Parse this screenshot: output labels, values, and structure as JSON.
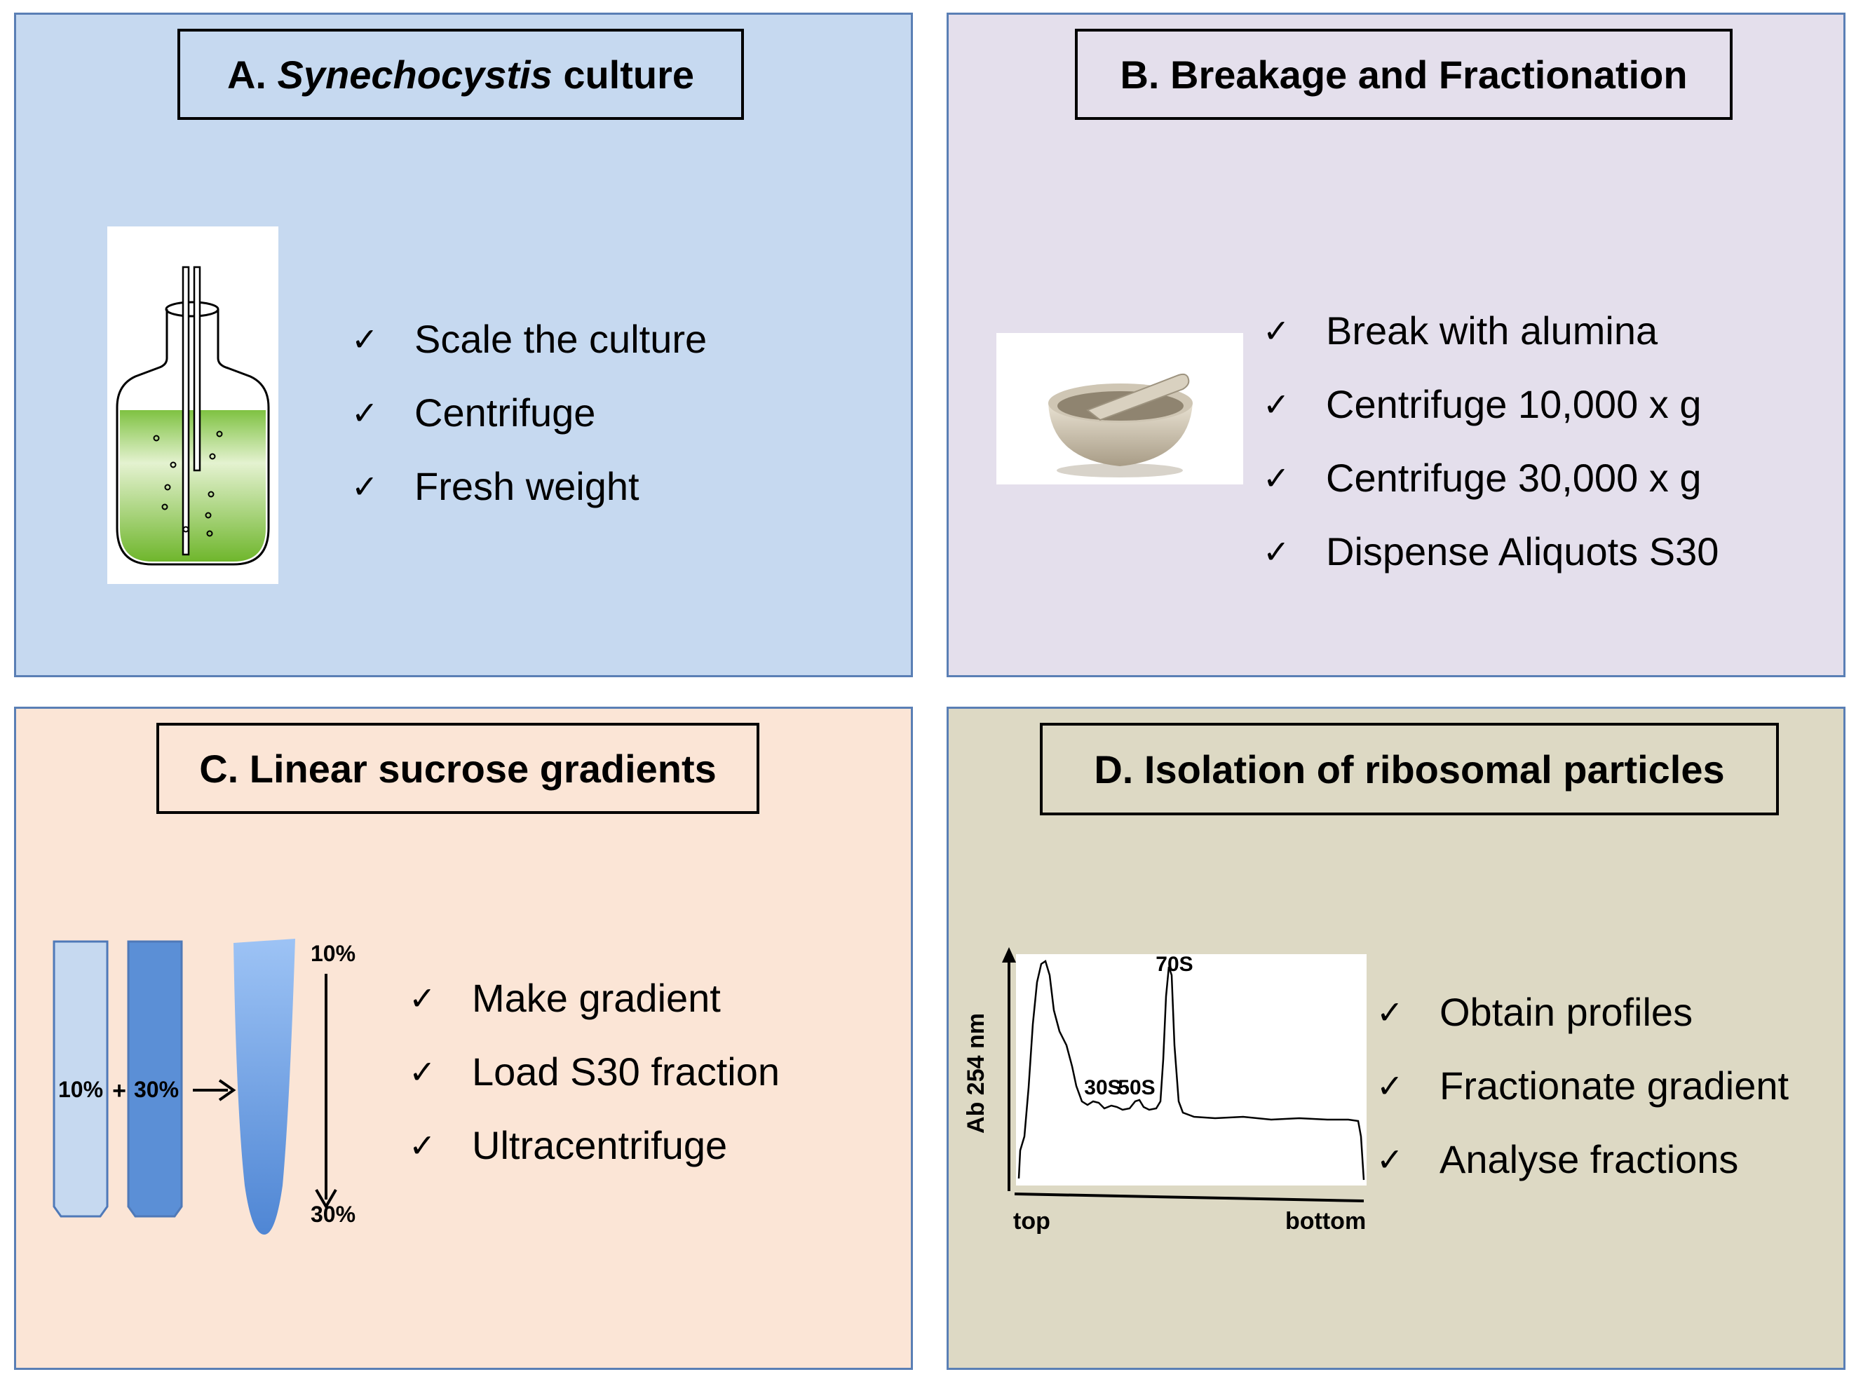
{
  "panels": {
    "a": {
      "title_prefix": "A. ",
      "title_italic": "Synechocystis",
      "title_suffix": " culture",
      "items": [
        "Scale the culture",
        "Centrifuge",
        "Fresh weight"
      ],
      "color": "#c6d9f0"
    },
    "b": {
      "title": "B. Breakage and Fractionation",
      "items": [
        "Break with alumina",
        "Centrifuge 10,000 x g",
        "Centrifuge 30,000 x g",
        "Dispense Aliquots S30"
      ],
      "color": "#e4dfec"
    },
    "c": {
      "title": "C. Linear sucrose gradients",
      "items": [
        "Make gradient",
        "Load S30 fraction",
        "Ultracentrifuge"
      ],
      "tube1_label": "10%",
      "plus": "+",
      "tube2_label": "30%",
      "gradient_top": "10%",
      "gradient_bottom": "30%",
      "color": "#fbe5d6"
    },
    "d": {
      "title": "D. Isolation of ribosomal particles",
      "items": [
        "Obtain profiles",
        "Fractionate gradient",
        "Analyse  fractions"
      ],
      "profile": {
        "ylabel": "Ab 254 nm",
        "xlabel_left": "top",
        "xlabel_right": "bottom",
        "peak_labels": [
          "30S",
          "50S",
          "70S"
        ]
      },
      "color": "#ddd9c4"
    }
  },
  "check_symbol": "✓",
  "icons": {
    "a": "culture-flask-icon",
    "b": "mortar-pestle-icon",
    "c": "gradient-tubes-icon",
    "d": "absorbance-profile-icon"
  }
}
